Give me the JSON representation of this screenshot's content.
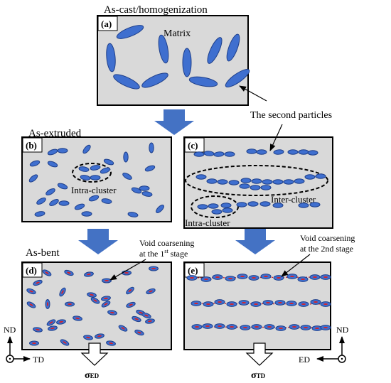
{
  "titles": {
    "stage1": "As-cast/homogenization",
    "stage2": "As-extruded",
    "stage3": "As-bent"
  },
  "panels": {
    "a": {
      "tag": "(a)",
      "label": "Matrix"
    },
    "b": {
      "tag": "(b)",
      "cluster_label": "Intra-cluster"
    },
    "c": {
      "tag": "(c)",
      "inter_label": "Inter-cluster",
      "intra_label": "Intra-cluster"
    },
    "d": {
      "tag": "(d)"
    },
    "e": {
      "tag": "(e)"
    }
  },
  "annotations": {
    "second_particles": "The second particles",
    "void_first_line1": "Void coarsening",
    "void_first_line2_pre": "at the 1",
    "void_first_sup": "st",
    "void_first_line2_post": " stage",
    "void_second_line1": "Void coarsening",
    "void_second_line2": "at the 2nd stage"
  },
  "axes": {
    "left_vertical": "ND",
    "left_horizontal": "TD",
    "right_vertical": "ND",
    "right_horizontal": "ED"
  },
  "stress": {
    "left_symbol": "σ",
    "left_sub": "ED",
    "right_symbol": "σ",
    "right_sub": "TD"
  },
  "colors": {
    "particle": "#3f6fcf",
    "particle_stroke": "#1e3f8a",
    "arrow_fill": "#4472c4",
    "panel_fill": "#d9d9d9",
    "void": "#d4232a"
  }
}
